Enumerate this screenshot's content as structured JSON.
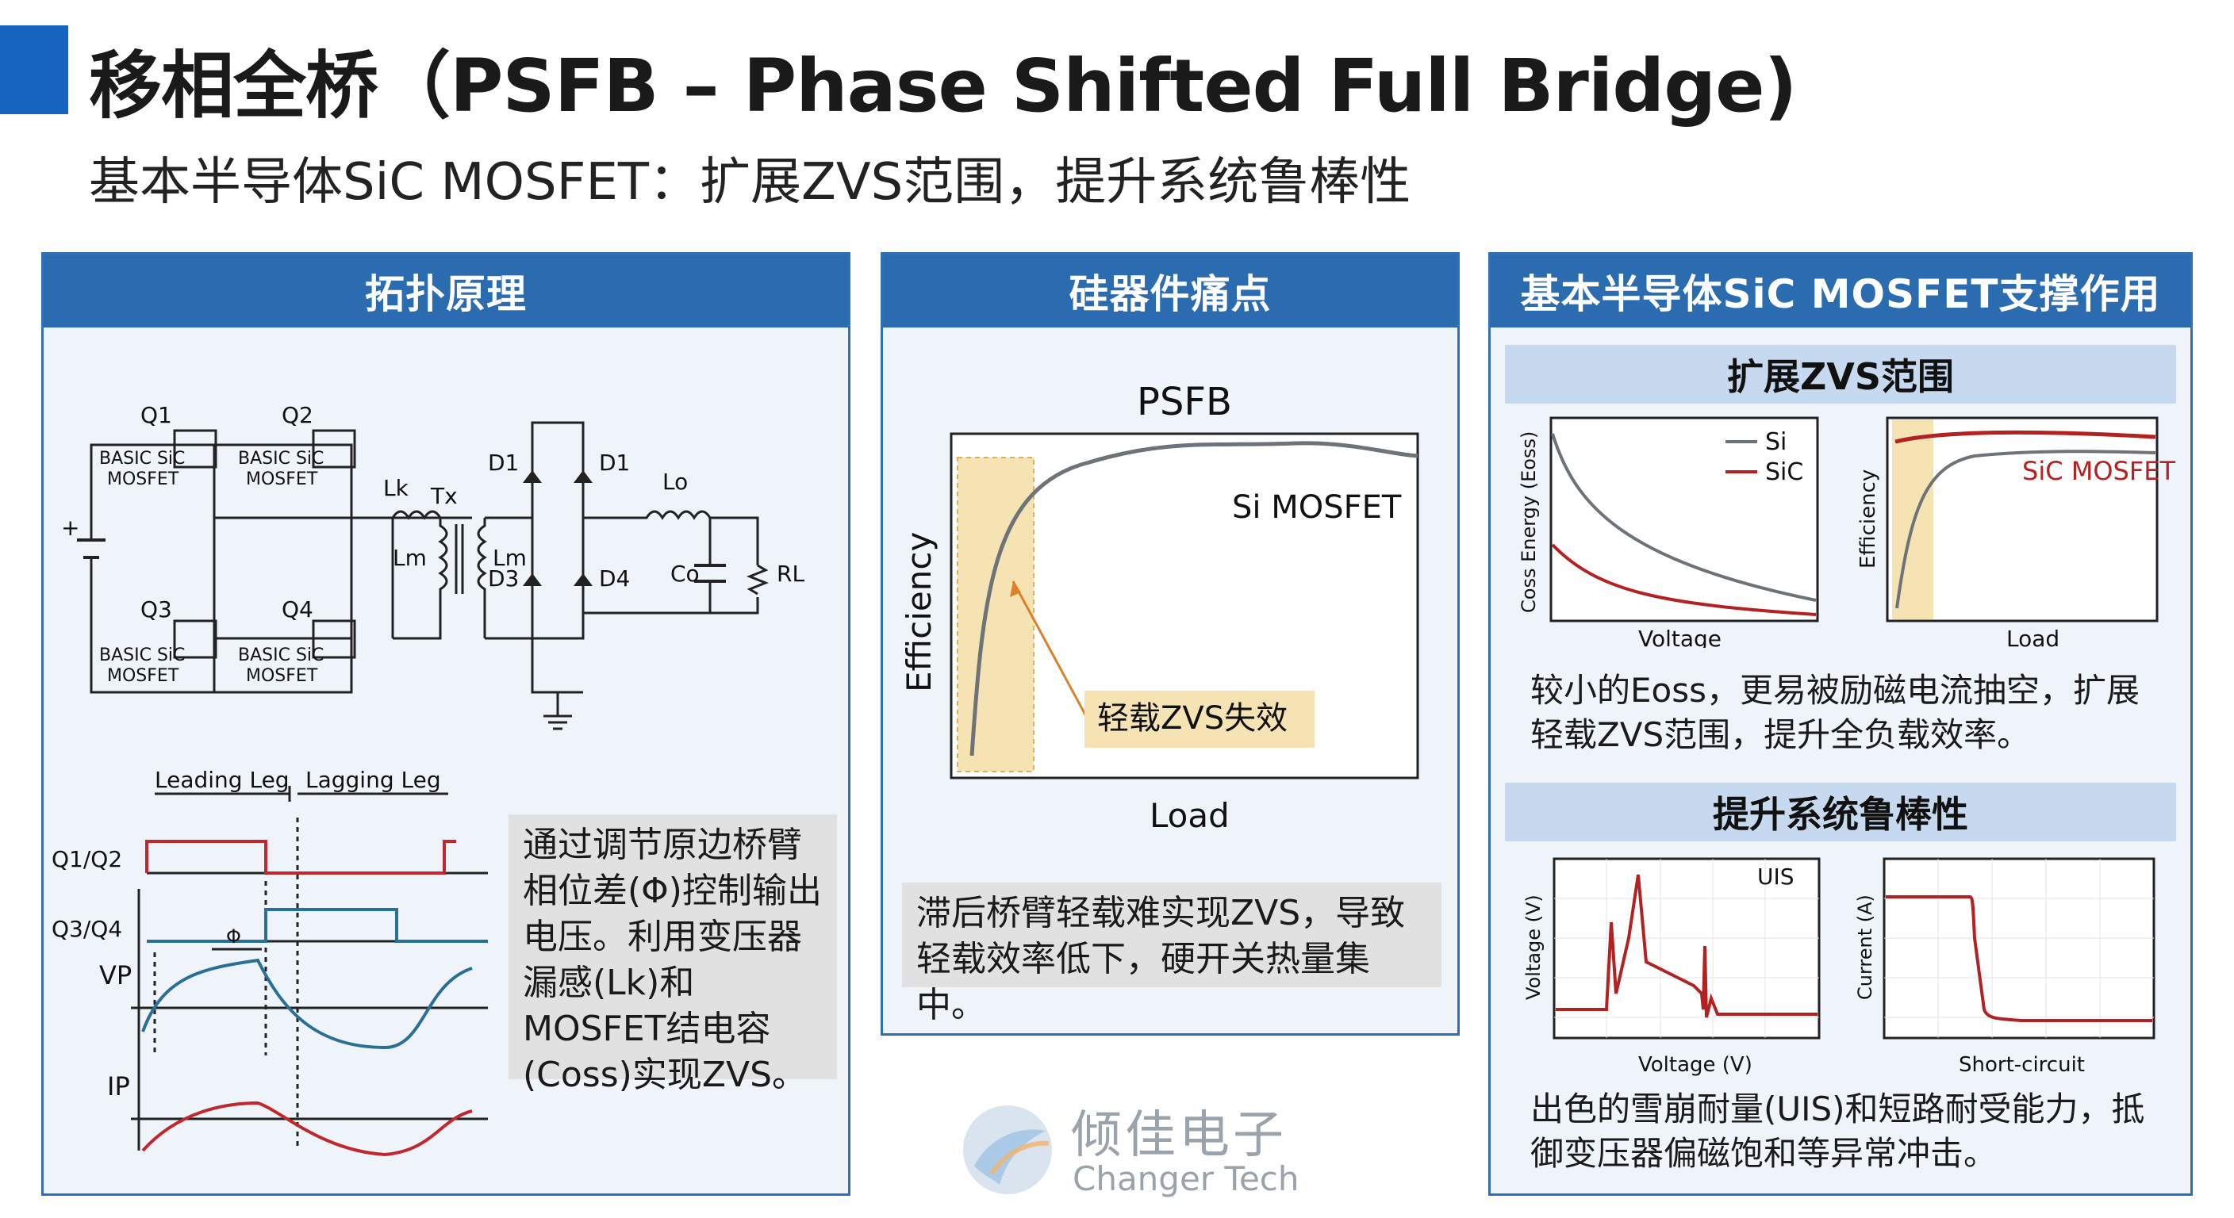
{
  "header": {
    "title": "移相全桥（PSFB – Phase Shifted Full Bridge)",
    "subtitle": "基本半导体SiC MOSFET：扩展ZVS范围，提升系统鲁棒性"
  },
  "panels": {
    "topology": {
      "title": "拓扑原理",
      "circuit": {
        "q1": "Q1",
        "q2": "Q2",
        "q3": "Q3",
        "q4": "Q4",
        "device_line1": "BASIC SiC",
        "device_line2": "MOSFET",
        "lk": "Lk",
        "lm": "Lm",
        "tx": "Tx",
        "d1": "D1",
        "d3": "D3",
        "d4": "D4",
        "lo": "Lo",
        "co": "Co",
        "rl": "RL",
        "plus": "+"
      },
      "timing": {
        "leading_leg": "Leading Leg",
        "lagging_leg": "Lagging Leg",
        "q1q2": "Q1/Q2",
        "q3q4": "Q3/Q4",
        "phi": "Φ",
        "vp": "VP",
        "ip": "IP"
      },
      "note": "通过调节原边桥臂相位差(Φ)控制输出电压。利用变压器漏感(Lk)和MOSFET结电容(Coss)实现ZVS。"
    },
    "pain": {
      "title": "硅器件痛点",
      "chart_title": "PSFB",
      "ylabel": "Efficiency",
      "xlabel": "Load",
      "curve_label": "Si MOSFET",
      "callout": "轻载ZVS失效",
      "note": "滞后桥臂轻载难实现ZVS，导致轻载效率低下，硬开关热量集中。"
    },
    "support": {
      "title": "基本半导体SiC MOSFET支撑作用",
      "zvs": {
        "title": "扩展ZVS范围",
        "coss_ylabel": "Coss Energy (Eoss)",
        "coss_xlabel": "Voltage",
        "legend_si": "Si",
        "legend_sic": "SiC",
        "eff_ylabel": "Efficiency",
        "eff_xlabel": "Load",
        "eff_label": "SiC MOSFET",
        "caption": "较小的Eoss，更易被励磁电流抽空，扩展轻载ZVS范围，提升全负载效率。"
      },
      "robust": {
        "title": "提升系统鲁棒性",
        "uis_ylabel": "Voltage (V)",
        "uis_xlabel": "Voltage (V)",
        "uis_label": "UIS",
        "sc_ylabel": "Current (A)",
        "sc_xlabel": "Short-circuit",
        "caption": "出色的雪崩耐量(UIS)和短路耐受能力，抵御变压器偏磁饱和等异常冲击。"
      }
    }
  },
  "watermark": {
    "cn": "倾佳电子",
    "en": "Changer Tech"
  },
  "colors": {
    "accent": "#1565c0",
    "panel_header": "#2b6cb0",
    "si_curve": "#6e7378",
    "sic_curve": "#b22222",
    "highlight": "#f6e3b4",
    "callout_arrow": "#d9822b"
  }
}
